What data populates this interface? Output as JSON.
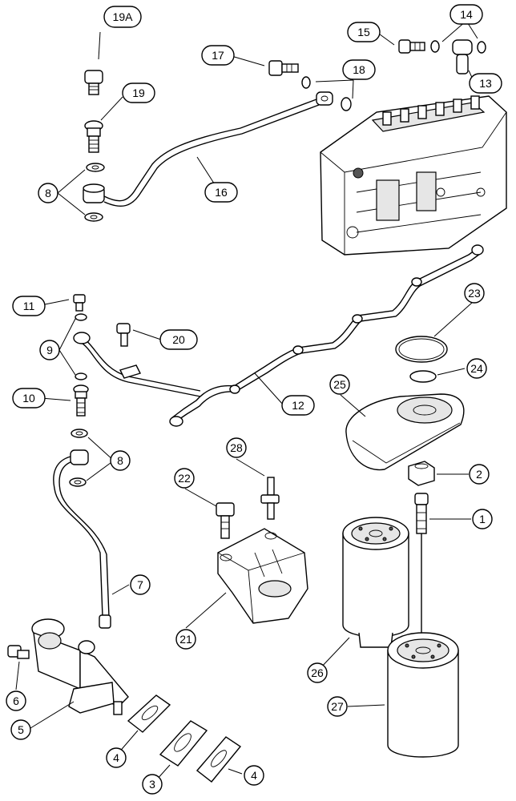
{
  "callouts": {
    "c1": "1",
    "c2": "2",
    "c3": "3",
    "c4a": "4",
    "c4b": "4",
    "c5": "5",
    "c6": "6",
    "c7": "7",
    "c8a": "8",
    "c8b": "8",
    "c9": "9",
    "c10": "10",
    "c11": "11",
    "c12": "12",
    "c13": "13",
    "c14": "14",
    "c15": "15",
    "c16": "16",
    "c17": "17",
    "c18": "18",
    "c19": "19",
    "c19a": "19A",
    "c20": "20",
    "c21": "21",
    "c22": "22",
    "c23": "23",
    "c24": "24",
    "c25": "25",
    "c26": "26",
    "c27": "27",
    "c28": "28"
  }
}
